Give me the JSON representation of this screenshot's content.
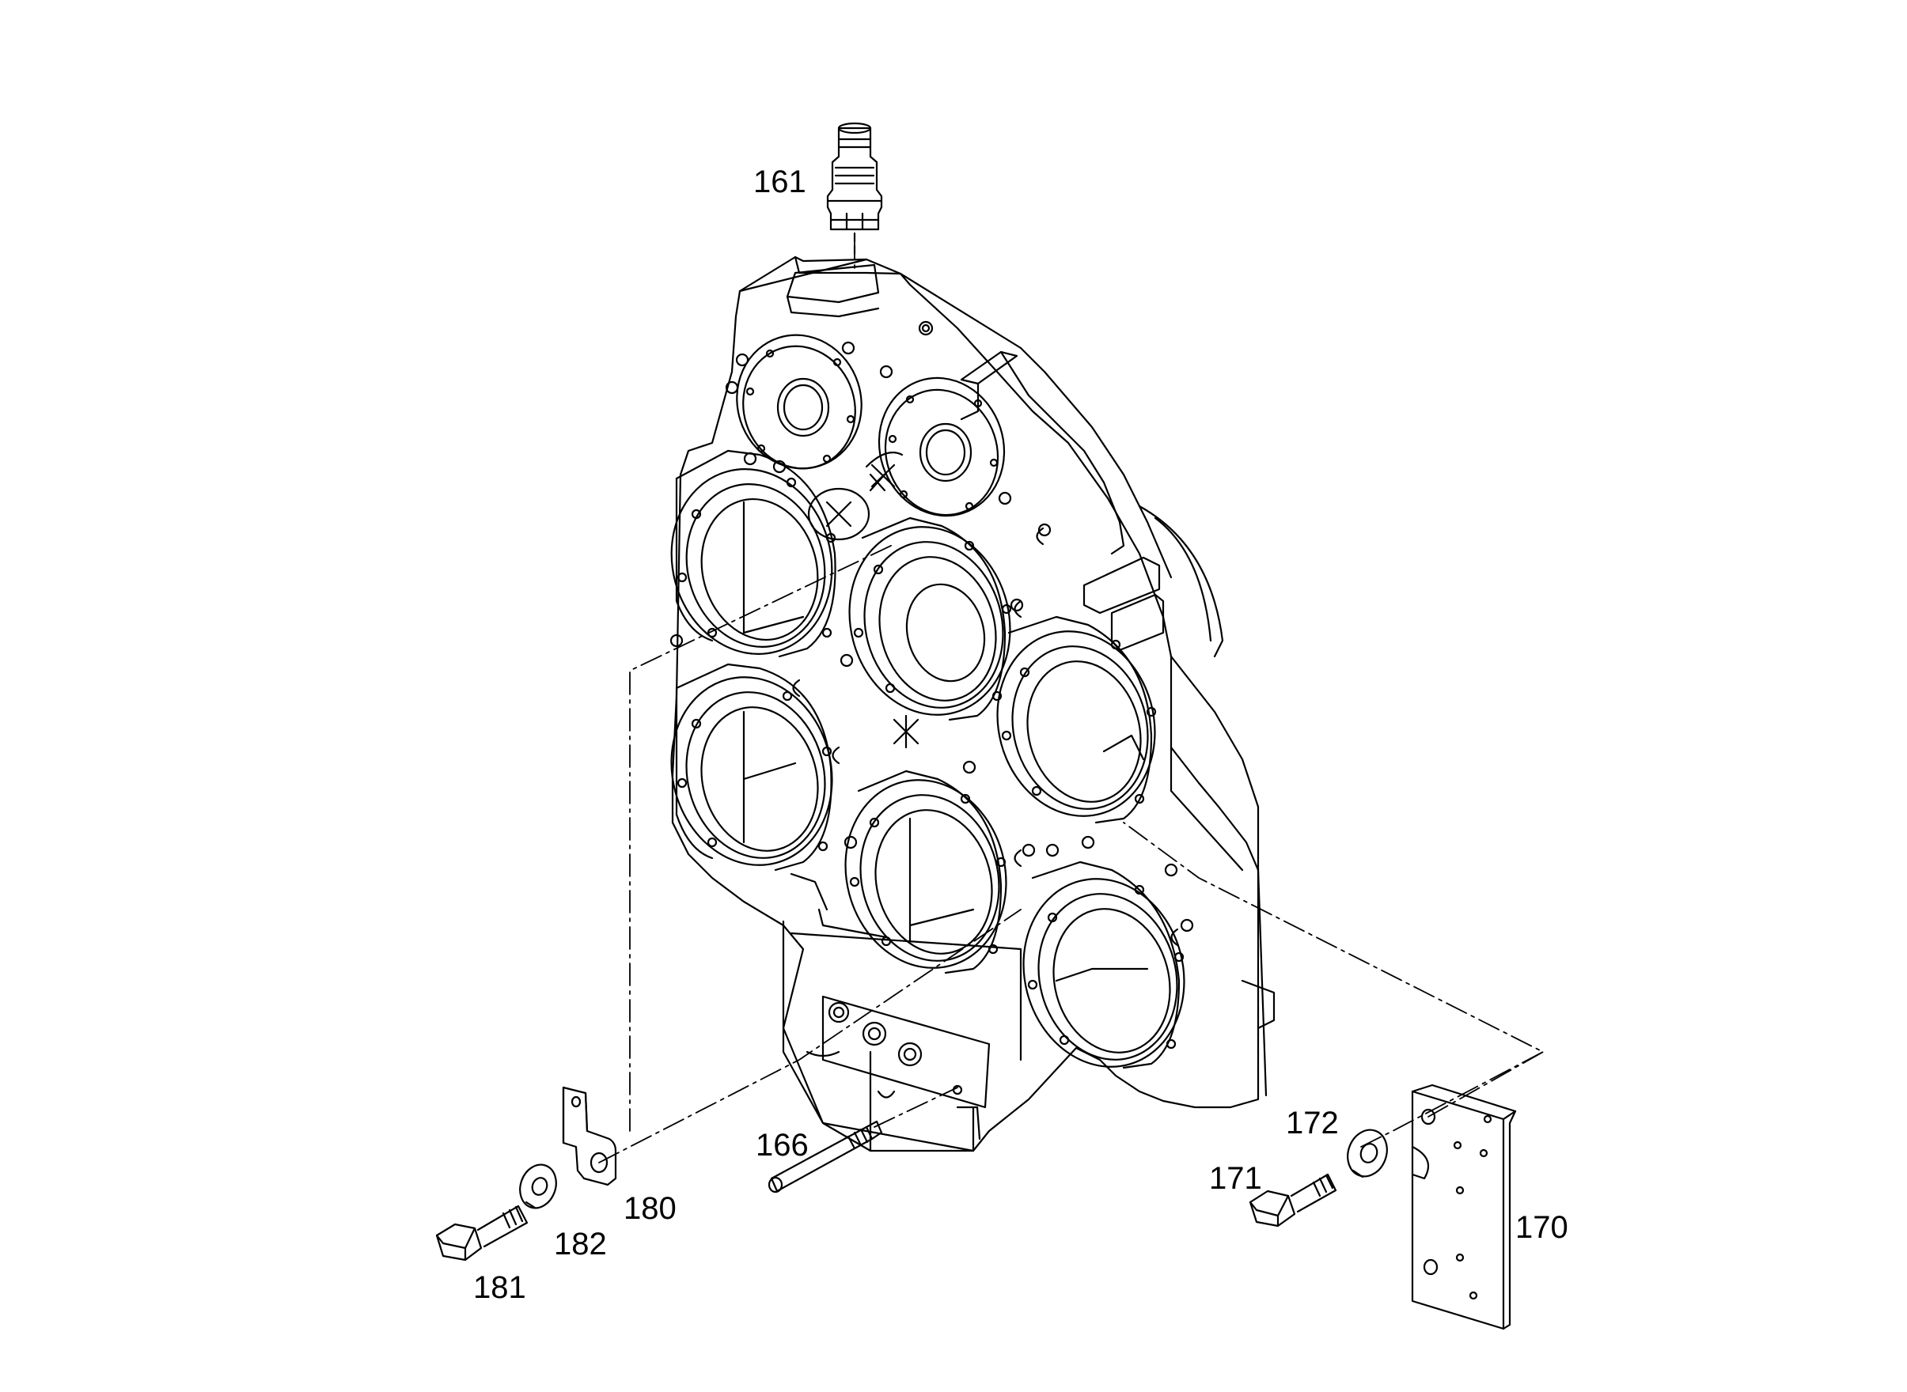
{
  "diagram": {
    "line_color": "#000000",
    "background": "#ffffff",
    "callouts": {
      "p161": "161",
      "p166": "166",
      "p170": "170",
      "p171": "171",
      "p172": "172",
      "p180": "180",
      "p181": "181",
      "p182": "182"
    }
  }
}
